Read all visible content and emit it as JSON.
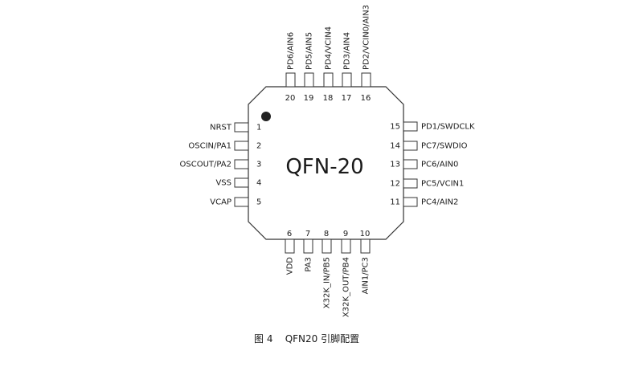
{
  "package": {
    "name": "QFN-20",
    "caption": "图 4    QFN20 引脚配置"
  },
  "pins": {
    "left": [
      {
        "num": "1",
        "label": "NRST"
      },
      {
        "num": "2",
        "label": "OSCIN/PA1"
      },
      {
        "num": "3",
        "label": "OSCOUT/PA2"
      },
      {
        "num": "4",
        "label": "VSS"
      },
      {
        "num": "5",
        "label": "VCAP"
      }
    ],
    "bottom": [
      {
        "num": "6",
        "label": "VDD"
      },
      {
        "num": "7",
        "label": "PA3"
      },
      {
        "num": "8",
        "label": "X32K_IN/PB5"
      },
      {
        "num": "9",
        "label": "X32K_OUT/PB4"
      },
      {
        "num": "10",
        "label": "AIN1/PC3"
      }
    ],
    "right": [
      {
        "num": "11",
        "label": "PC4/AIN2"
      },
      {
        "num": "12",
        "label": "PC5/VCIN1"
      },
      {
        "num": "13",
        "label": "PC6/AIN0"
      },
      {
        "num": "14",
        "label": "PC7/SWDIO"
      },
      {
        "num": "15",
        "label": "PD1/SWDCLK"
      }
    ],
    "top": [
      {
        "num": "16",
        "label": "PD2/VCIN0/AIN3"
      },
      {
        "num": "17",
        "label": "PD3/AIN4"
      },
      {
        "num": "18",
        "label": "PD4/VCIN4"
      },
      {
        "num": "19",
        "label": "PD5/AIN5"
      },
      {
        "num": "20",
        "label": "PD6/AIN6"
      }
    ]
  }
}
